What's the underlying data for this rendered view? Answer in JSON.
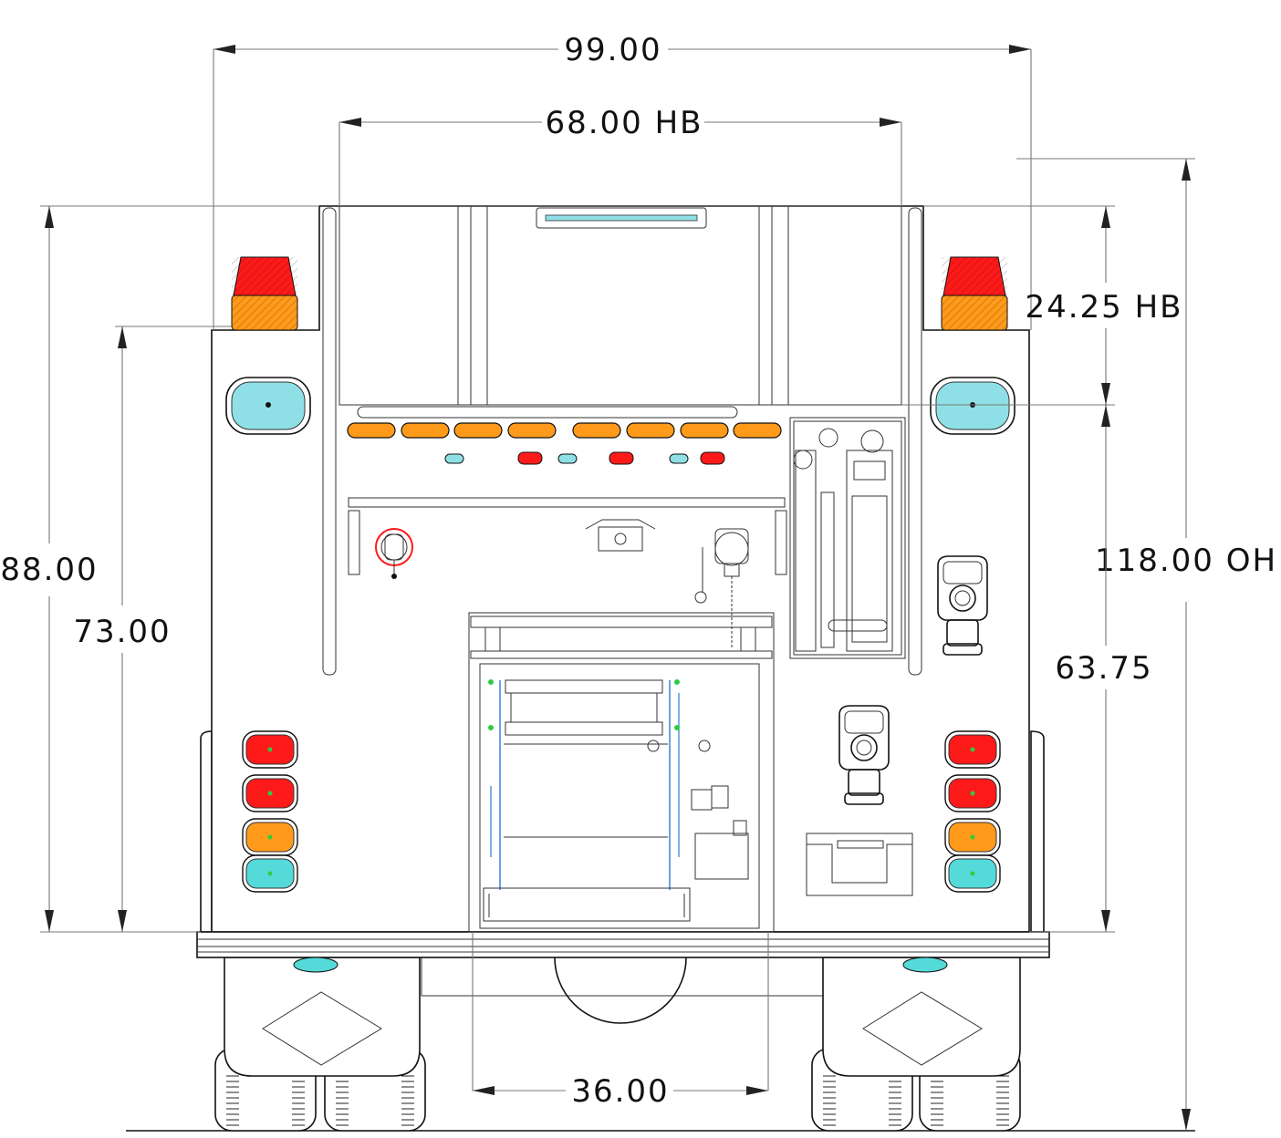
{
  "dimensions": {
    "overall_width": "99.00",
    "body_width": "68.00 HB",
    "upper_height": "24.25 HB",
    "overall_height": "118.00 OH",
    "height_left_outer": "88.00",
    "height_left_inner": "73.00",
    "height_right_lower": "63.75",
    "step_width": "36.00"
  },
  "colors": {
    "red_lamp": "#ff1a1a",
    "amber_lamp": "#ff9a1a",
    "cyan_lamp": "#55dada",
    "light_blue_lamp": "#8fe0e6",
    "guide_blue": "#2b7bd6",
    "line": "#111111"
  },
  "icons": [
    "beacon-light-icon",
    "marker-light-icon",
    "tail-light-icon",
    "breathing-apparatus-icon",
    "power-inlet-icon",
    "ladder-icon"
  ]
}
